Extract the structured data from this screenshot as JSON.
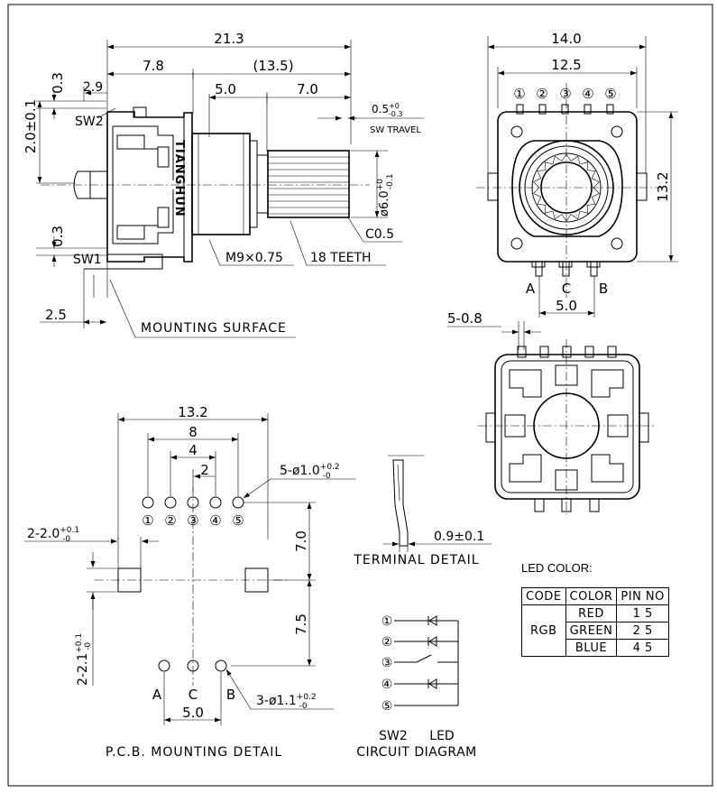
{
  "side_view": {
    "dim_total": "21.3",
    "dim_body": "7.8",
    "dim_shaft_total": "(13.5)",
    "dim_bushing": "5.0",
    "dim_shaft": "7.0",
    "dim_travel_main": "0.5",
    "dim_travel_sup": "+0",
    "dim_travel_sub": "-0.3",
    "sw_travel": "SW TRAVEL",
    "dim_top_03": "0.3",
    "dim_29": "2.9",
    "dim_20": "2.0±0.1",
    "sw2": "SW2",
    "dim_bot_03": "0.3",
    "sw1": "SW1",
    "dim_25": "2.5",
    "dia_main": "ø6.0",
    "dia_sup": "+0",
    "dia_sub": "-0.1",
    "chamfer": "C0.5",
    "thread": "M9×0.75",
    "teeth": "18 TEETH",
    "mounting_surface": "MOUNTING SURFACE",
    "brand": "TIANGHUN"
  },
  "front_view": {
    "dim_width": "14.0",
    "dim_inner": "12.5",
    "dim_height": "13.2",
    "pins": [
      "①",
      "②",
      "③",
      "④",
      "⑤"
    ],
    "terminals": [
      "A",
      "C",
      "B"
    ],
    "dim_pitch": "5.0"
  },
  "bottom_view": {
    "dim_pins": "5-0.8"
  },
  "pcb": {
    "dim_132": "13.2",
    "dim_8": "8",
    "dim_4": "4",
    "dim_2": "2",
    "hole1_main": "5-ø1.0",
    "hole1_sup": "+0.2",
    "hole1_sub": "-0",
    "pins": [
      "①",
      "②",
      "③",
      "④",
      "⑤"
    ],
    "slot_main": "2-2.0",
    "slot_sup": "+0.1",
    "slot_sub": "-0",
    "dim_70": "7.0",
    "dim_75": "7.5",
    "slot2_main": "2-2.1",
    "slot2_sup": "+0.1",
    "slot2_sub": "-0",
    "terminals": [
      "A",
      "C",
      "B"
    ],
    "hole2_main": "3-ø1.1",
    "hole2_sup": "+0.2",
    "hole2_sub": "-0",
    "dim_50": "5.0",
    "caption": "P.C.B. MOUNTING DETAIL"
  },
  "terminal_detail": {
    "dim": "0.9±0.1",
    "caption": "TERMINAL DETAIL"
  },
  "circuit": {
    "pins": [
      "①",
      "②",
      "③",
      "④",
      "⑤"
    ],
    "label_sw2": "SW2",
    "label_led": "LED",
    "caption": "CIRCUIT DIAGRAM"
  },
  "led_table": {
    "title": "LED COLOR:",
    "headers": [
      "CODE",
      "COLOR",
      "PIN NO"
    ],
    "code": "RGB",
    "rows": [
      {
        "color": "RED",
        "pins": "1 5"
      },
      {
        "color": "GREEN",
        "pins": "2 5"
      },
      {
        "color": "BLUE",
        "pins": "4 5"
      }
    ]
  }
}
